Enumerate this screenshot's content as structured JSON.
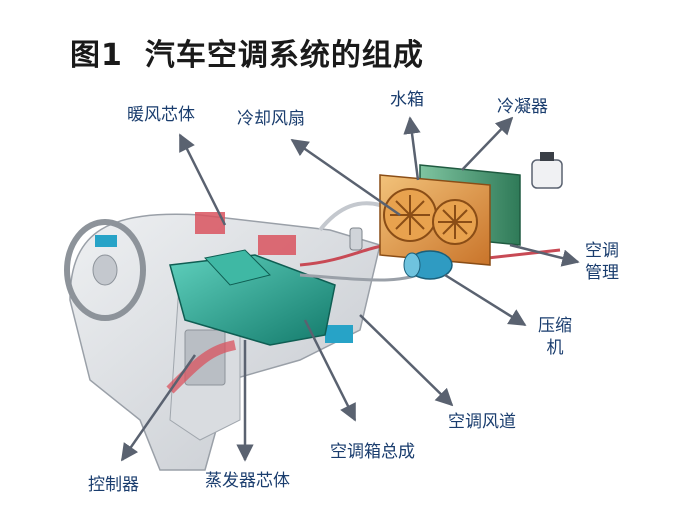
{
  "title": {
    "figure_number": "图1",
    "text": "汽车空调系统的组成"
  },
  "labels": {
    "heater_core": "暖风芯体",
    "cooling_fan": "冷却风扇",
    "radiator": "水箱",
    "condenser": "冷凝器",
    "ac_pipe_line1": "空调",
    "ac_pipe_line2": "管理",
    "compressor_line1": "压缩",
    "compressor_line2": "机",
    "ac_duct": "空调风道",
    "ac_box_assembly": "空调箱总成",
    "controller": "控制器",
    "evaporator_core": "蒸发器芯体"
  },
  "colors": {
    "leader_line": "#5a6270",
    "label_text": "#1a3d6e",
    "hvac_teal": "#1f9c8a",
    "heater_red": "#d9535f",
    "radiator_orange": "#e0903a",
    "condenser_green": "#3a8f6a",
    "dash_gray": "#c9ccd1"
  }
}
